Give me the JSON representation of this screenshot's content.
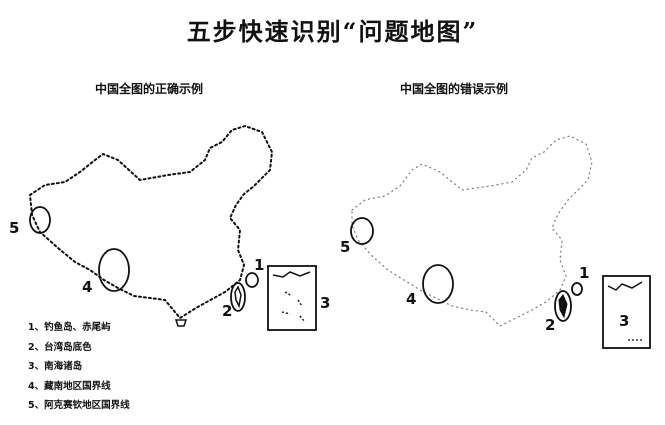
{
  "title": "五步快速识别“问题地图”",
  "left_map": {
    "caption": "中国全图的正确示例",
    "markers": [
      "1",
      "2",
      "3",
      "4",
      "5"
    ]
  },
  "right_map": {
    "caption": "中国全图的错误示例",
    "markers": [
      "1",
      "2",
      "3",
      "4",
      "5"
    ]
  },
  "legend": [
    "1、钓鱼岛、赤尾屿",
    "2、台湾岛底色",
    "3、南海诸岛",
    "4、藏南地区国界线",
    "5、阿克赛钦地区国界线"
  ],
  "colors": {
    "ink": "#111111",
    "faint": "#bdbdbd"
  }
}
